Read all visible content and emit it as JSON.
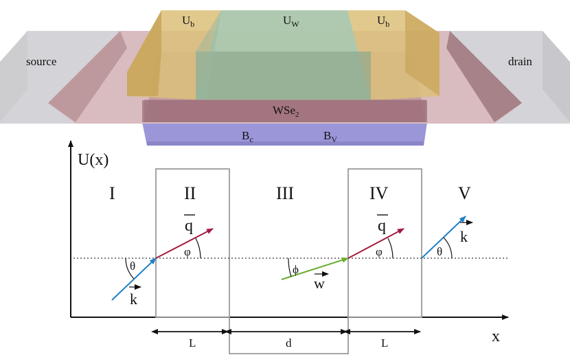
{
  "device": {
    "source_label": "source",
    "drain_label": "drain",
    "barrier_left_label": "U",
    "barrier_left_sub": "b",
    "well_label": "U",
    "well_sub": "W",
    "barrier_right_label": "U",
    "barrier_right_sub": "b",
    "channel_label": "WSe",
    "channel_sub": "2",
    "bottom_label_1": "B",
    "bottom_label_1_sub": "c",
    "bottom_label_2": "B",
    "bottom_label_2_sub": "V",
    "colors": {
      "source_drain": "#d4d4d8",
      "barrier": "#d9b25c",
      "well": "#a9c9b2",
      "channel": "#c8a4a8",
      "substrate": "#9b96d8"
    }
  },
  "potential": {
    "y_axis_label": "U(x)",
    "x_axis_label": "x",
    "regions": [
      "I",
      "II",
      "III",
      "IV",
      "V"
    ],
    "vectors": {
      "k_left": "k",
      "q_left": "q",
      "w_mid": "w",
      "q_right": "q",
      "k_right": "k"
    },
    "angles": {
      "theta_left": "θ",
      "phi_left": "φ",
      "phi_mid": "ϕ",
      "phi_right": "φ",
      "theta_right": "θ"
    },
    "dimensions": {
      "left_barrier": "L",
      "gap": "d",
      "right_barrier": "L"
    },
    "colors": {
      "k_vector": "#1f7fc4",
      "q_vector": "#a3193f",
      "w_vector": "#6aad2c",
      "box_stroke": "#9a9a9a"
    }
  }
}
